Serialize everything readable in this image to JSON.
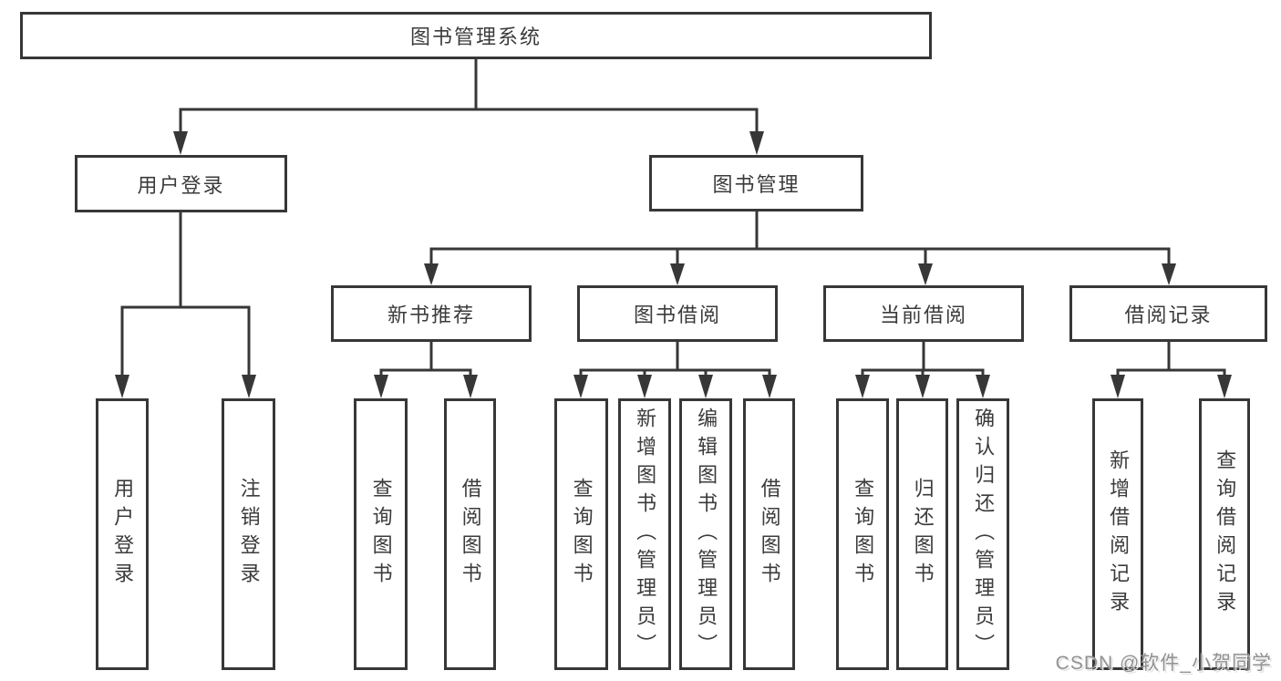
{
  "colors": {
    "line": "#373737",
    "node_border": "#373737",
    "text": "#3b3b3b",
    "watermark": "#929292",
    "background": "#ffffff"
  },
  "root": {
    "label": "图书管理系统"
  },
  "level2": {
    "user_login": "用户登录",
    "book_management": "图书管理"
  },
  "level3": {
    "new_book_recommend": "新书推荐",
    "book_borrow": "图书借阅",
    "current_borrow": "当前借阅",
    "borrow_record": "借阅记录"
  },
  "leaves": {
    "user_login": [
      "用户登录",
      "注销登录"
    ],
    "new_book": [
      "查询图书",
      "借阅图书"
    ],
    "book_borrow": [
      "查询图书",
      "新增图书（管理员）",
      "编辑图书（管理员）",
      "借阅图书"
    ],
    "current_borrow": [
      "查询图书",
      "归还图书",
      "确认归还（管理员）"
    ],
    "borrow_record": [
      "新增借阅记录",
      "查询借阅记录"
    ]
  },
  "watermark": "CSDN @软件_小贺同学"
}
